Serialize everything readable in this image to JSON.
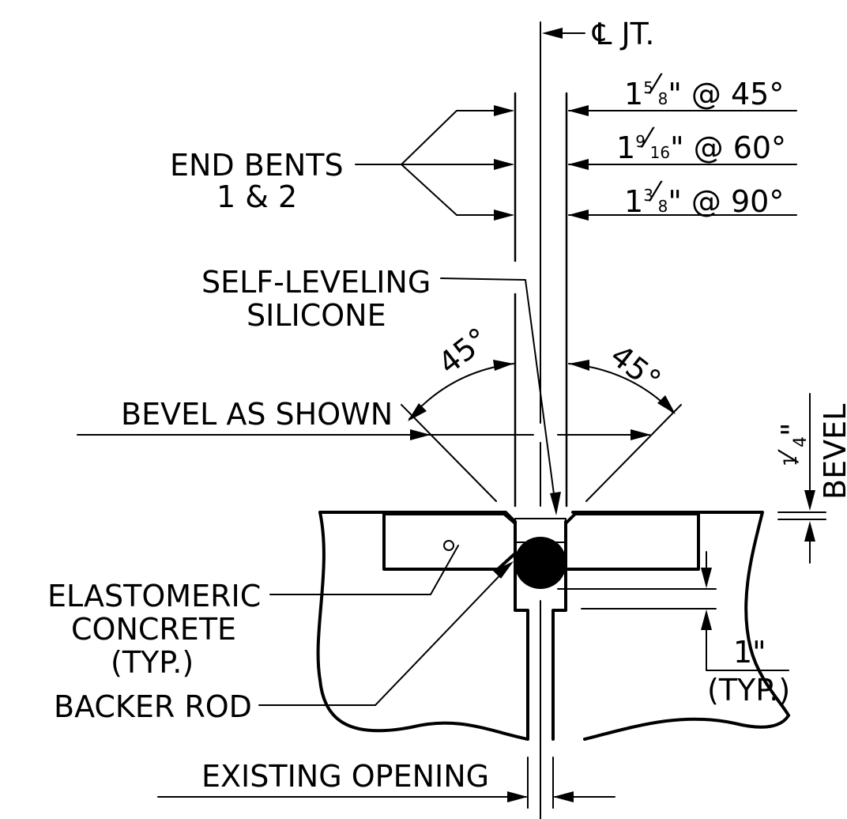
{
  "centerline_label": "℄ JT.",
  "dimensions": [
    {
      "whole": "1",
      "num": "5",
      "den": "8",
      "angle": "\" @ 45°"
    },
    {
      "whole": "1",
      "num": "9",
      "den": "16",
      "angle": "\" @ 60°"
    },
    {
      "whole": "1",
      "num": "3",
      "den": "8",
      "angle": "\" @ 90°"
    }
  ],
  "labels": {
    "end_bents_line1": "END BENTS",
    "end_bents_line2": "1 & 2",
    "silicone_line1": "SELF-LEVELING",
    "silicone_line2": "SILICONE",
    "bevel_as_shown": "BEVEL AS SHOWN",
    "angle_left": "45°",
    "angle_right": "45°",
    "bevel_frac_num": "1",
    "bevel_frac_den": "4",
    "bevel_inch": "\"",
    "bevel_word": "BEVEL",
    "elastomeric_line1": "ELASTOMERIC",
    "elastomeric_line2": "CONCRETE",
    "elastomeric_line3": "(TYP.)",
    "backer_rod": "BACKER ROD",
    "one_inch": "1\"",
    "typ": "(TYP.)",
    "existing_opening": "EXISTING OPENING"
  }
}
